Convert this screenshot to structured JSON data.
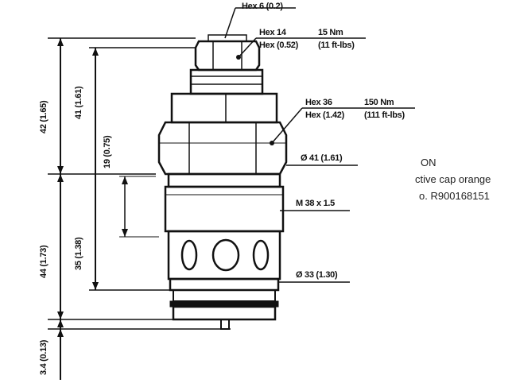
{
  "callouts": {
    "hex_small_top": "Hex 6 (0.2)",
    "hex14_a": "Hex 14",
    "hex14_b": "Hex (0.52)",
    "torque15_a": "15 Nm",
    "torque15_b": "(11 ft-lbs)",
    "hex36_a": "Hex 36",
    "hex36_b": "Hex (1.42)",
    "torque150_a": "150 Nm",
    "torque150_b": "(111 ft-lbs)",
    "dia41": "Ø 41 (1.61)",
    "thread": "M 38 x 1.5",
    "dia33": "Ø 33 (1.30)"
  },
  "dimensions": {
    "overall": "42 (1.65)",
    "upper": "41 (1.61)",
    "inner": "19 (0.75)",
    "body": "44 (1.73)",
    "lower": "35 (1.38)",
    "stem": "3.4 (0.13)"
  },
  "notes": {
    "line1": "ON",
    "line2": "ctive cap orange",
    "line3": "o. R900168151"
  }
}
